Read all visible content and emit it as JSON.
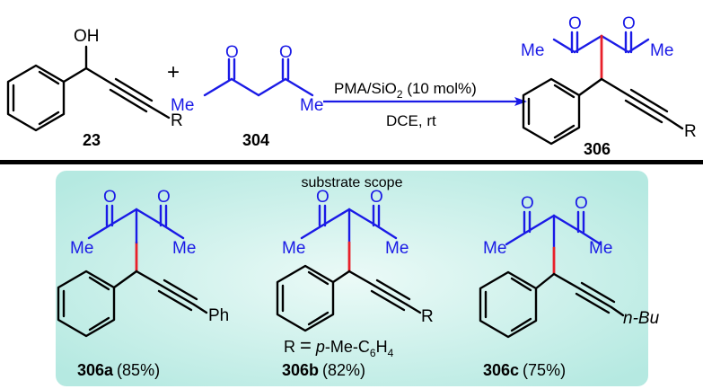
{
  "reaction": {
    "reactant1": {
      "label": "23",
      "group_oh": "OH",
      "group_r": "R"
    },
    "plus": "+",
    "reactant2": {
      "label": "304",
      "o1": "O",
      "o2": "O",
      "me1": "Me",
      "me2": "Me"
    },
    "conditions": {
      "catalyst_pre": "PMA/SiO",
      "catalyst_sub": "2",
      "catalyst_post": " (10 mol%)",
      "solvent": "DCE, rt"
    },
    "product": {
      "label": "306",
      "o1": "O",
      "o2": "O",
      "me1": "Me",
      "me2": "Me",
      "group_r": "R"
    }
  },
  "scope": {
    "title": "substrate scope",
    "items": [
      {
        "label": "306a",
        "yield": "(85%)",
        "substituent": "Ph",
        "o1": "O",
        "o2": "O",
        "me1": "Me",
        "me2": "Me"
      },
      {
        "label": "306b",
        "yield": "(82%)",
        "substituent": "R",
        "o1": "O",
        "o2": "O",
        "me1": "Me",
        "me2": "Me",
        "r_def": {
          "pre": "R ",
          "eq": "=",
          "mid": " p",
          "post": "-Me-C",
          "sub": "6",
          "h": "H",
          "sub2": "4"
        }
      },
      {
        "label": "306c",
        "yield": "(75%)",
        "substituent": "n-Bu",
        "o1": "O",
        "o2": "O",
        "me1": "Me",
        "me2": "Me"
      }
    ]
  },
  "colors": {
    "blue": "#1a1ae6",
    "red": "#e8202a",
    "box_fill": "#b5e9e1",
    "box_center": "#ebfaf7"
  }
}
